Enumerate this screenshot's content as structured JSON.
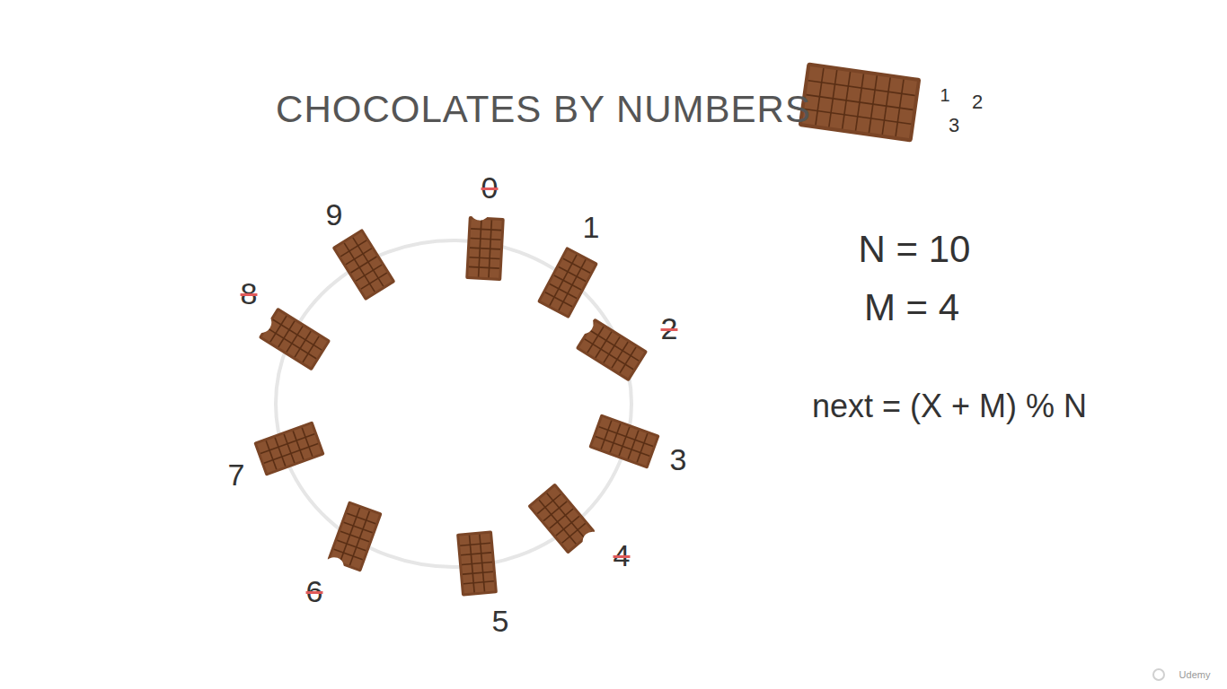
{
  "diagram": {
    "title": "CHOCOLATES BY NUMBERS",
    "labels": [
      "1",
      "2",
      "3",
      "0",
      "1",
      "2",
      "3",
      "4",
      "5",
      "6",
      "7",
      "8",
      "9",
      "N = 10",
      "M = 4",
      "next = (X + M) % N",
      "Udemy"
    ]
  }
}
